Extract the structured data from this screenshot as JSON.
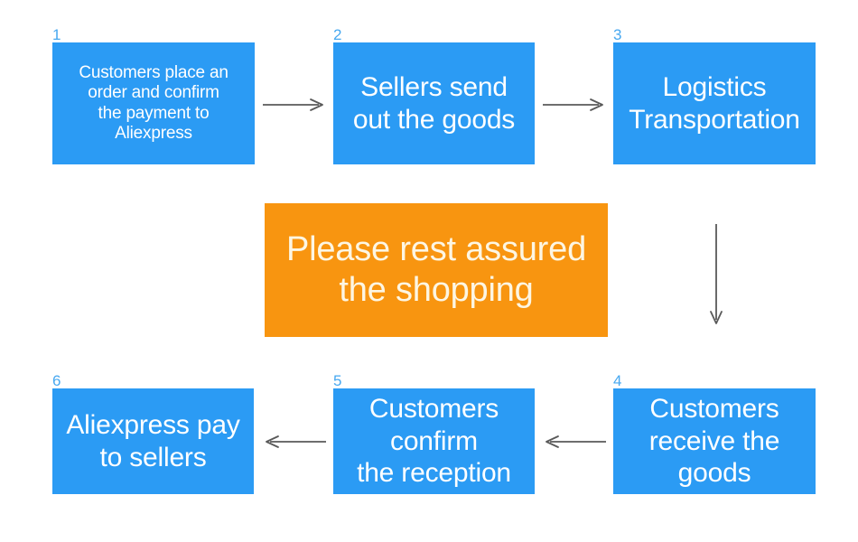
{
  "diagram": {
    "title": "AliExpress order process flowchart",
    "colors": {
      "box_blue": "#2b9bf4",
      "box_orange": "#f89510",
      "badge_blue": "#47a8f0",
      "arrow_gray": "#595959",
      "text_white": "#ffffff",
      "text_cream": "#fdf6e3",
      "background": "#ffffff"
    },
    "nodes": [
      {
        "number": "1",
        "text": "Customers place an\norder and confirm\nthe payment to\nAliexpress"
      },
      {
        "number": "2",
        "text": "Sellers send\nout the goods"
      },
      {
        "number": "3",
        "text": "Logistics\nTransportation"
      },
      {
        "number": "4",
        "text": "Customers\nreceive the\ngoods"
      },
      {
        "number": "5",
        "text": "Customers\nconfirm\nthe reception"
      },
      {
        "number": "6",
        "text": "Aliexpress pay\nto sellers"
      }
    ],
    "callout": {
      "text": "Please rest assured\nthe shopping"
    },
    "arrows": [
      {
        "from": "1",
        "to": "2",
        "direction": "right"
      },
      {
        "from": "2",
        "to": "3",
        "direction": "right"
      },
      {
        "from": "3",
        "to": "4",
        "direction": "down"
      },
      {
        "from": "4",
        "to": "5",
        "direction": "left"
      },
      {
        "from": "5",
        "to": "6",
        "direction": "left"
      }
    ]
  }
}
